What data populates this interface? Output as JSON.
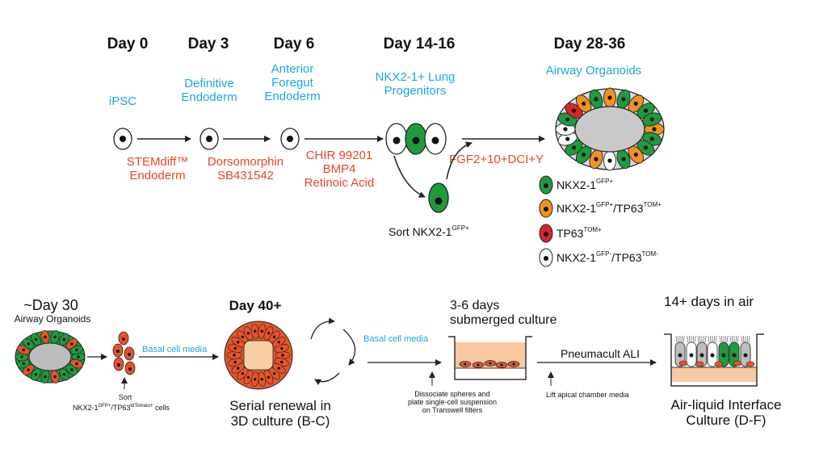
{
  "top_timeline": {
    "days": [
      "Day 0",
      "Day 3",
      "Day 6",
      "Day 14-16",
      "Day 28-36"
    ],
    "stages": [
      "iPSC",
      "Definitive\nEndoderm",
      "Anterior\nForegut\nEndoderm",
      "NKX2-1+ Lung\nProgenitors",
      "Airway Organoids"
    ],
    "treatments": [
      "STEMdiff™\nEndoderm",
      "Dorsomorphin\nSB431542",
      "CHIR 99201\nBMP4\nRetinoic Acid",
      "FGF2+10+DCI+Y"
    ],
    "sort_label": {
      "text": "Sort NKX2-1",
      "sup": "GFP+"
    }
  },
  "legend": [
    {
      "color": "#1f9b3f",
      "parts": [
        [
          "NKX2-1",
          "GFP+"
        ]
      ]
    },
    {
      "color": "#f29124",
      "parts": [
        [
          "NKX2-1",
          "GFP+"
        ],
        [
          "/TP63",
          "TOM+"
        ]
      ]
    },
    {
      "color": "#d7262b",
      "parts": [
        [
          "TP63",
          "TOM+"
        ]
      ]
    },
    {
      "color": "#ffffff",
      "parts": [
        [
          "NKX2-1",
          "GFP-"
        ],
        [
          "/TP63",
          "TOM-"
        ]
      ]
    }
  ],
  "bottom": {
    "day30": "~Day 30",
    "day30_sub": "Airway Organoids",
    "sort_label": {
      "prefix": "Sort",
      "line2_parts": [
        [
          "NKX2-1",
          "GFP+"
        ],
        [
          "/TP63",
          "tdTomato+"
        ],
        [
          " cells",
          ""
        ]
      ]
    },
    "basal_media_1": "Basal cell media",
    "day40": "Day 40+",
    "serial_renewal": "Serial renewal in\n3D culture (B-C)",
    "basal_media_2": "Basal cell media",
    "dissociate": "Dissociate spheres and\nplate single-cell suspension\non Transwell filters",
    "submerged_title": "3-6 days\nsubmerged culture",
    "pneumacult": "Pneumacult ALI",
    "lift": "Lift apical chamber media",
    "air_days": "14+ days in air",
    "ali_label": "Air-liquid Interface\nCulture (D-F)"
  },
  "colors": {
    "green": "#1f9b3f",
    "orange": "#f29124",
    "red": "#d7262b",
    "blue_text": "#1aa6e0",
    "red_text": "#e6452a",
    "media": "#f8c9a3"
  }
}
